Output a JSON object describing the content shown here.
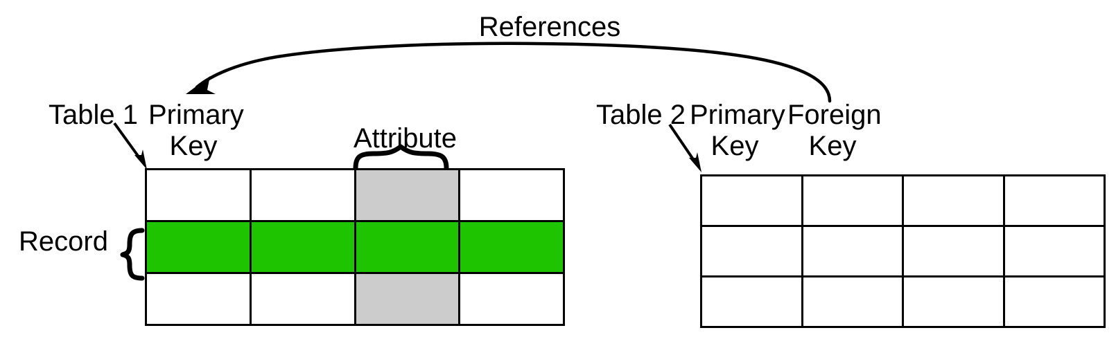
{
  "diagram": {
    "title_text": "References",
    "background_color": "#ffffff",
    "stroke_color": "#000000",
    "annotations": {
      "references_label": "References",
      "attribute_label": "Attribute",
      "record_label": "Record"
    },
    "tables": [
      {
        "id": "table-1",
        "name_label": "Table 1",
        "column_headers": [
          "Primary\nKey",
          "",
          "",
          ""
        ],
        "column_header_lines": [
          [
            "Primary",
            "Key"
          ]
        ],
        "columns": 4,
        "rows": 3,
        "cells": [
          [
            "",
            "",
            "",
            ""
          ],
          [
            "",
            "",
            "",
            ""
          ],
          [
            "",
            "",
            "",
            ""
          ]
        ],
        "highlight_row_index": 1,
        "highlight_row_color": "#1ec400",
        "highlight_column_index": 2,
        "highlight_column_color": "#cccccc",
        "cell_border_color": "#000000"
      },
      {
        "id": "table-2",
        "name_label": "Table 2",
        "column_header_lines": [
          [
            "Primary",
            "Key"
          ],
          [
            "Foreign",
            "Key"
          ]
        ],
        "columns": 4,
        "rows": 3,
        "cells": [
          [
            "",
            "",
            "",
            ""
          ],
          [
            "",
            "",
            "",
            ""
          ],
          [
            "",
            "",
            "",
            ""
          ]
        ],
        "highlight_row_index": null,
        "highlight_column_index": null,
        "cell_border_color": "#000000"
      }
    ],
    "labels": {
      "table1_name": "Table 1",
      "table1_pk_line1": "Primary",
      "table1_pk_line2": "Key",
      "table2_name": "Table 2",
      "table2_pk_line1": "Primary",
      "table2_pk_line2": "Key",
      "table2_fk_line1": "Foreign",
      "table2_fk_line2": "Key"
    },
    "colors": {
      "record_highlight": "#1ec400",
      "attribute_highlight": "#cccccc",
      "line": "#000000",
      "background": "#ffffff"
    }
  }
}
